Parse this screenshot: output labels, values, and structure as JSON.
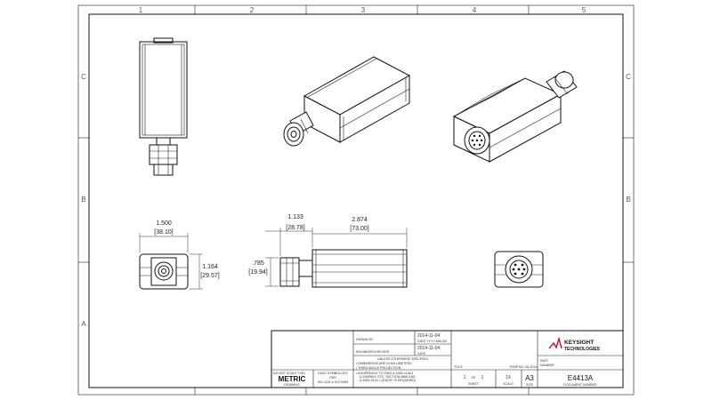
{
  "frame": {
    "columns": [
      "1",
      "2",
      "3",
      "4",
      "5"
    ],
    "rows": [
      "C",
      "B",
      "A"
    ]
  },
  "dimensions": {
    "width_in": "1.500",
    "width_mm": "[38.10]",
    "height_in": "1.164",
    "height_mm": "[29.57]",
    "connector_len_in": "1.133",
    "connector_len_mm": "[28.78]",
    "body_len_in": "2.874",
    "body_len_mm": "[73.00]",
    "connector_dia_in": ".785",
    "connector_dia_mm": "[19.94]"
  },
  "title_block": {
    "drawn_by_label": "DRAWN BY",
    "drawn_date": "2014-11-04",
    "date_format_label": "DATE YYYY-MM-DD",
    "engineer_label": "ENGINEER/CHECKER",
    "engineer_date": "2014-11-04",
    "date_label": "DATE",
    "notes_heading": "UNLESS OTHERWISE SPECIFIED",
    "note_1": "• DIMENSIONS ARE IN MILLIMETERS",
    "note_2": "• THIRD ANGLE PROJECTION",
    "note_3a": "• ADHERENCE TO DWG A-1950-1148-1",
    "note_3b": "(COMPANY STD. SECTION 48M) AND",
    "note_3c": "A-5951-9132-1 (ENGR. IS REQUIRED)",
    "no_scale": "DO NOT SCALE THIS",
    "units": "METRIC",
    "drawing_label": "DRAWING",
    "symbology_a": "GD&T SYMBOLOGY",
    "symbology_b": "PER",
    "symbology_c": "ISO 1101 & ISO 5459",
    "title_label": "TITLE",
    "temp_label": "TEMP NO. 06-2014",
    "sheet_num": "1",
    "sheet_of": "OF",
    "sheet_total": "1",
    "sheet_label": "SHEET",
    "scale_value": "1X",
    "scale_label": "SCALE",
    "size_value": "A3",
    "size_label": "SIZE",
    "part_label": "PART",
    "number_label": "NUMBER",
    "doc_number": "E4413A",
    "doc_number_label": "DOCUMENT NUMBER",
    "brand_line1": "KEYSIGHT",
    "brand_line2": "TECHNOLOGIES"
  }
}
